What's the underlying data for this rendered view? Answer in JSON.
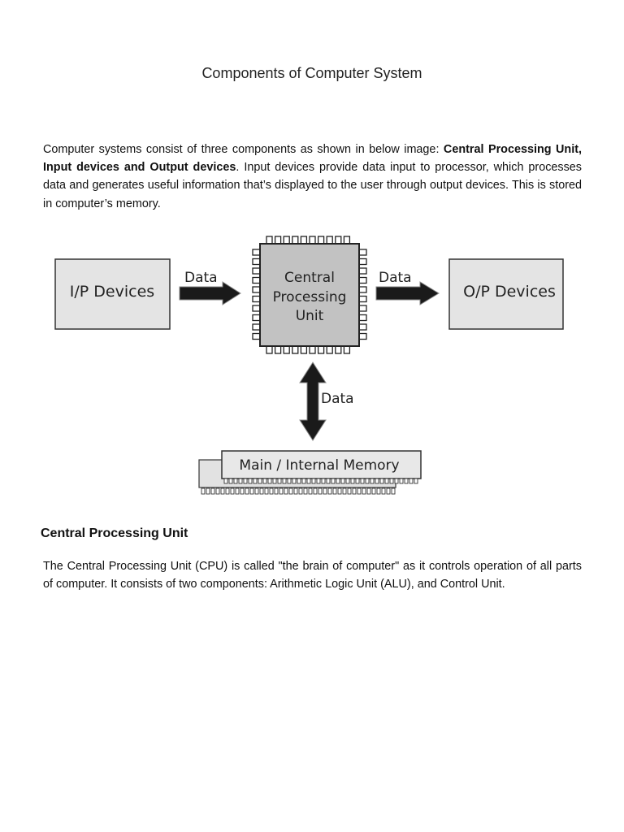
{
  "title": "Components of Computer System",
  "intro": {
    "text_before": "Computer systems consist of three components as shown in below image: ",
    "bold": "Central Processing Unit, Input devices and Output devices",
    "text_after": ". Input devices provide data input to processor, which processes data and generates useful information that’s displayed to the user through output devices. This is stored in computer’s memory."
  },
  "diagram": {
    "input_box": "I/P Devices",
    "output_box": "O/P Devices",
    "cpu_line1": "Central",
    "cpu_line2": "Processing",
    "cpu_line3": "Unit",
    "arrow_in_label": "Data",
    "arrow_out_label": "Data",
    "arrow_memory_label": "Data",
    "memory_box": "Main / Internal Memory"
  },
  "cpu_section": {
    "heading": "Central Processing Unit",
    "text": "The Central Processing Unit (CPU) is called \"the brain of computer\" as it controls operation of all parts of computer. It consists of two components: Arithmetic Logic Unit (ALU), and Control Unit."
  }
}
